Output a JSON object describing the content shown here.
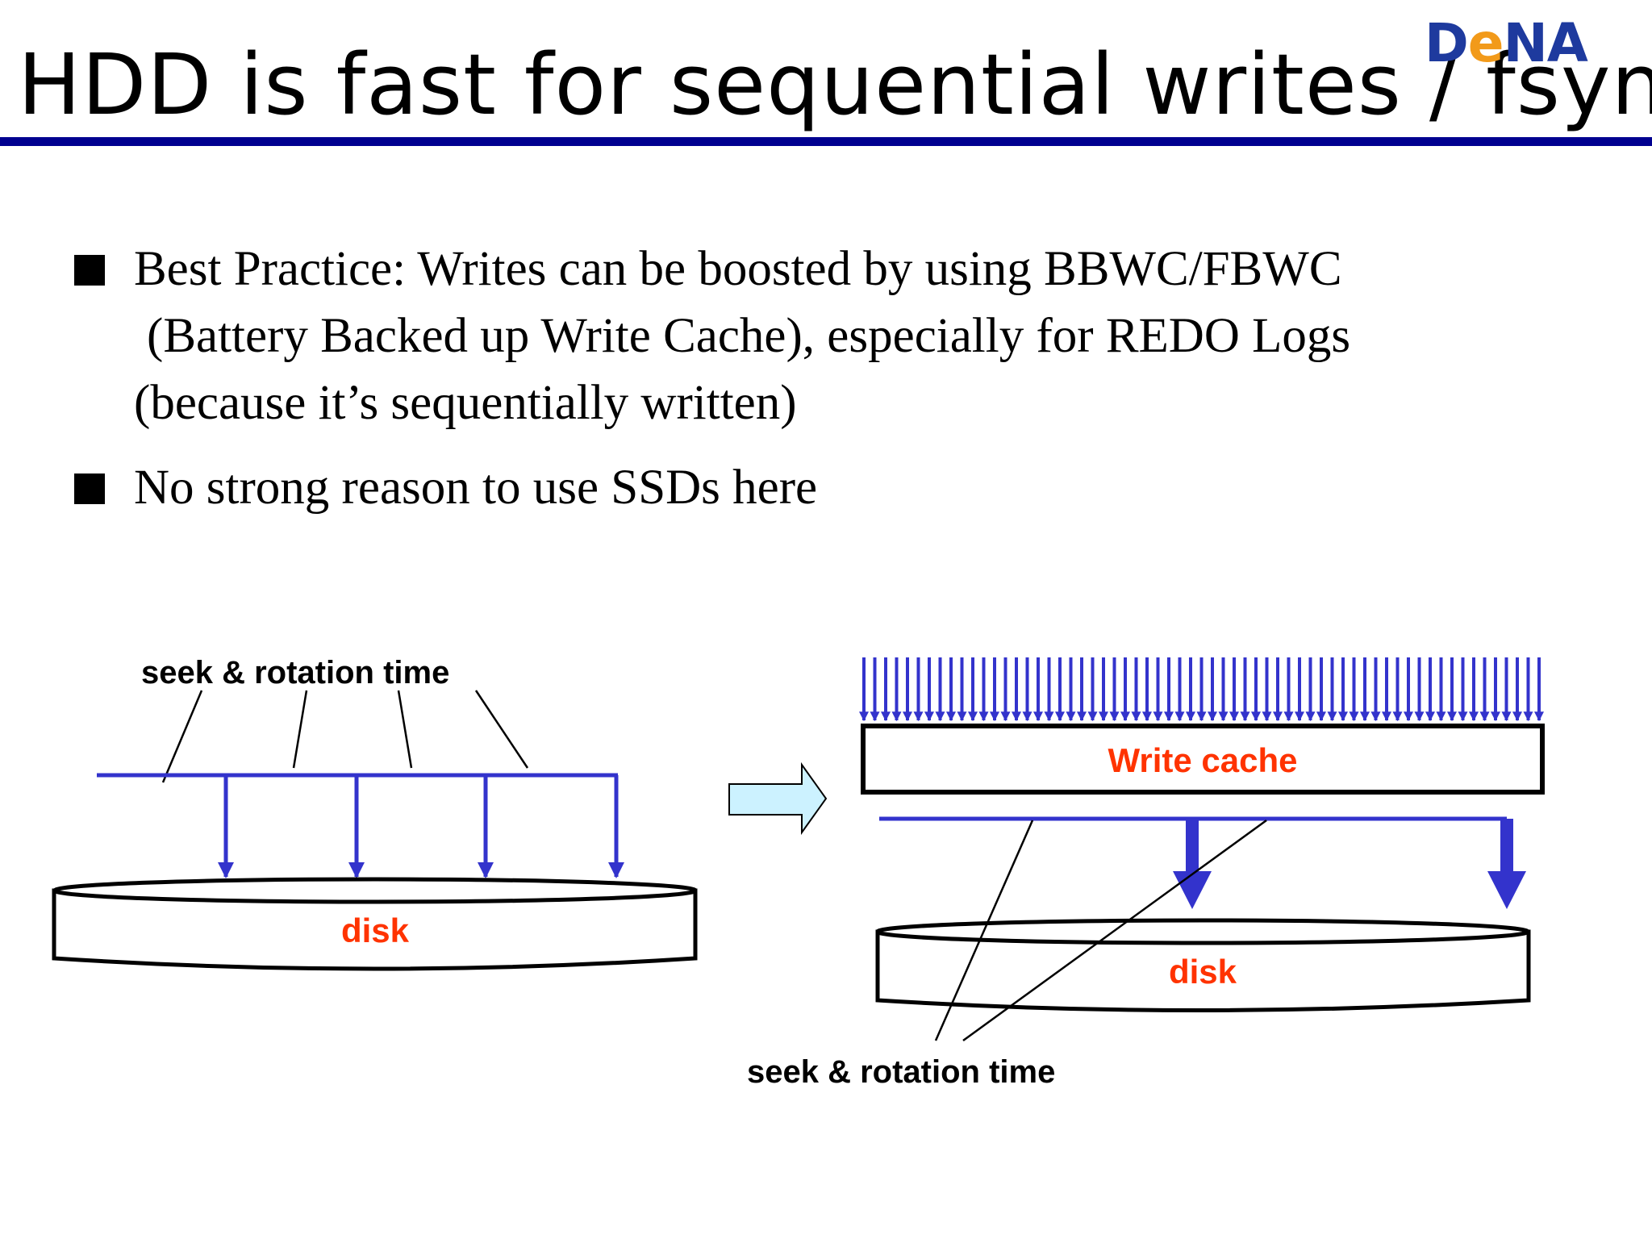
{
  "title": "HDD is fast for sequential writes / fsync",
  "logo": {
    "part1": "D",
    "part2": "e",
    "part3": "NA"
  },
  "bullets": [
    {
      "lines": [
        "Best Practice: Writes can be boosted by using BBWC/FBWC",
        " (Battery Backed up Write Cache), especially for REDO Logs",
        "(because it’s sequentially written)"
      ]
    },
    {
      "lines": [
        "No strong reason to use SSDs here"
      ]
    }
  ],
  "diagram": {
    "left": {
      "label_time": "seek & rotation time",
      "label_disk": "disk"
    },
    "right": {
      "label_cache": "Write cache",
      "label_disk": "disk",
      "label_time": "seek & rotation time"
    },
    "colors": {
      "arrow": "#3333cc",
      "disk_label": "#ff3300",
      "transition_arrow_fill": "#ccf2ff",
      "title_rule": "#000090"
    }
  }
}
